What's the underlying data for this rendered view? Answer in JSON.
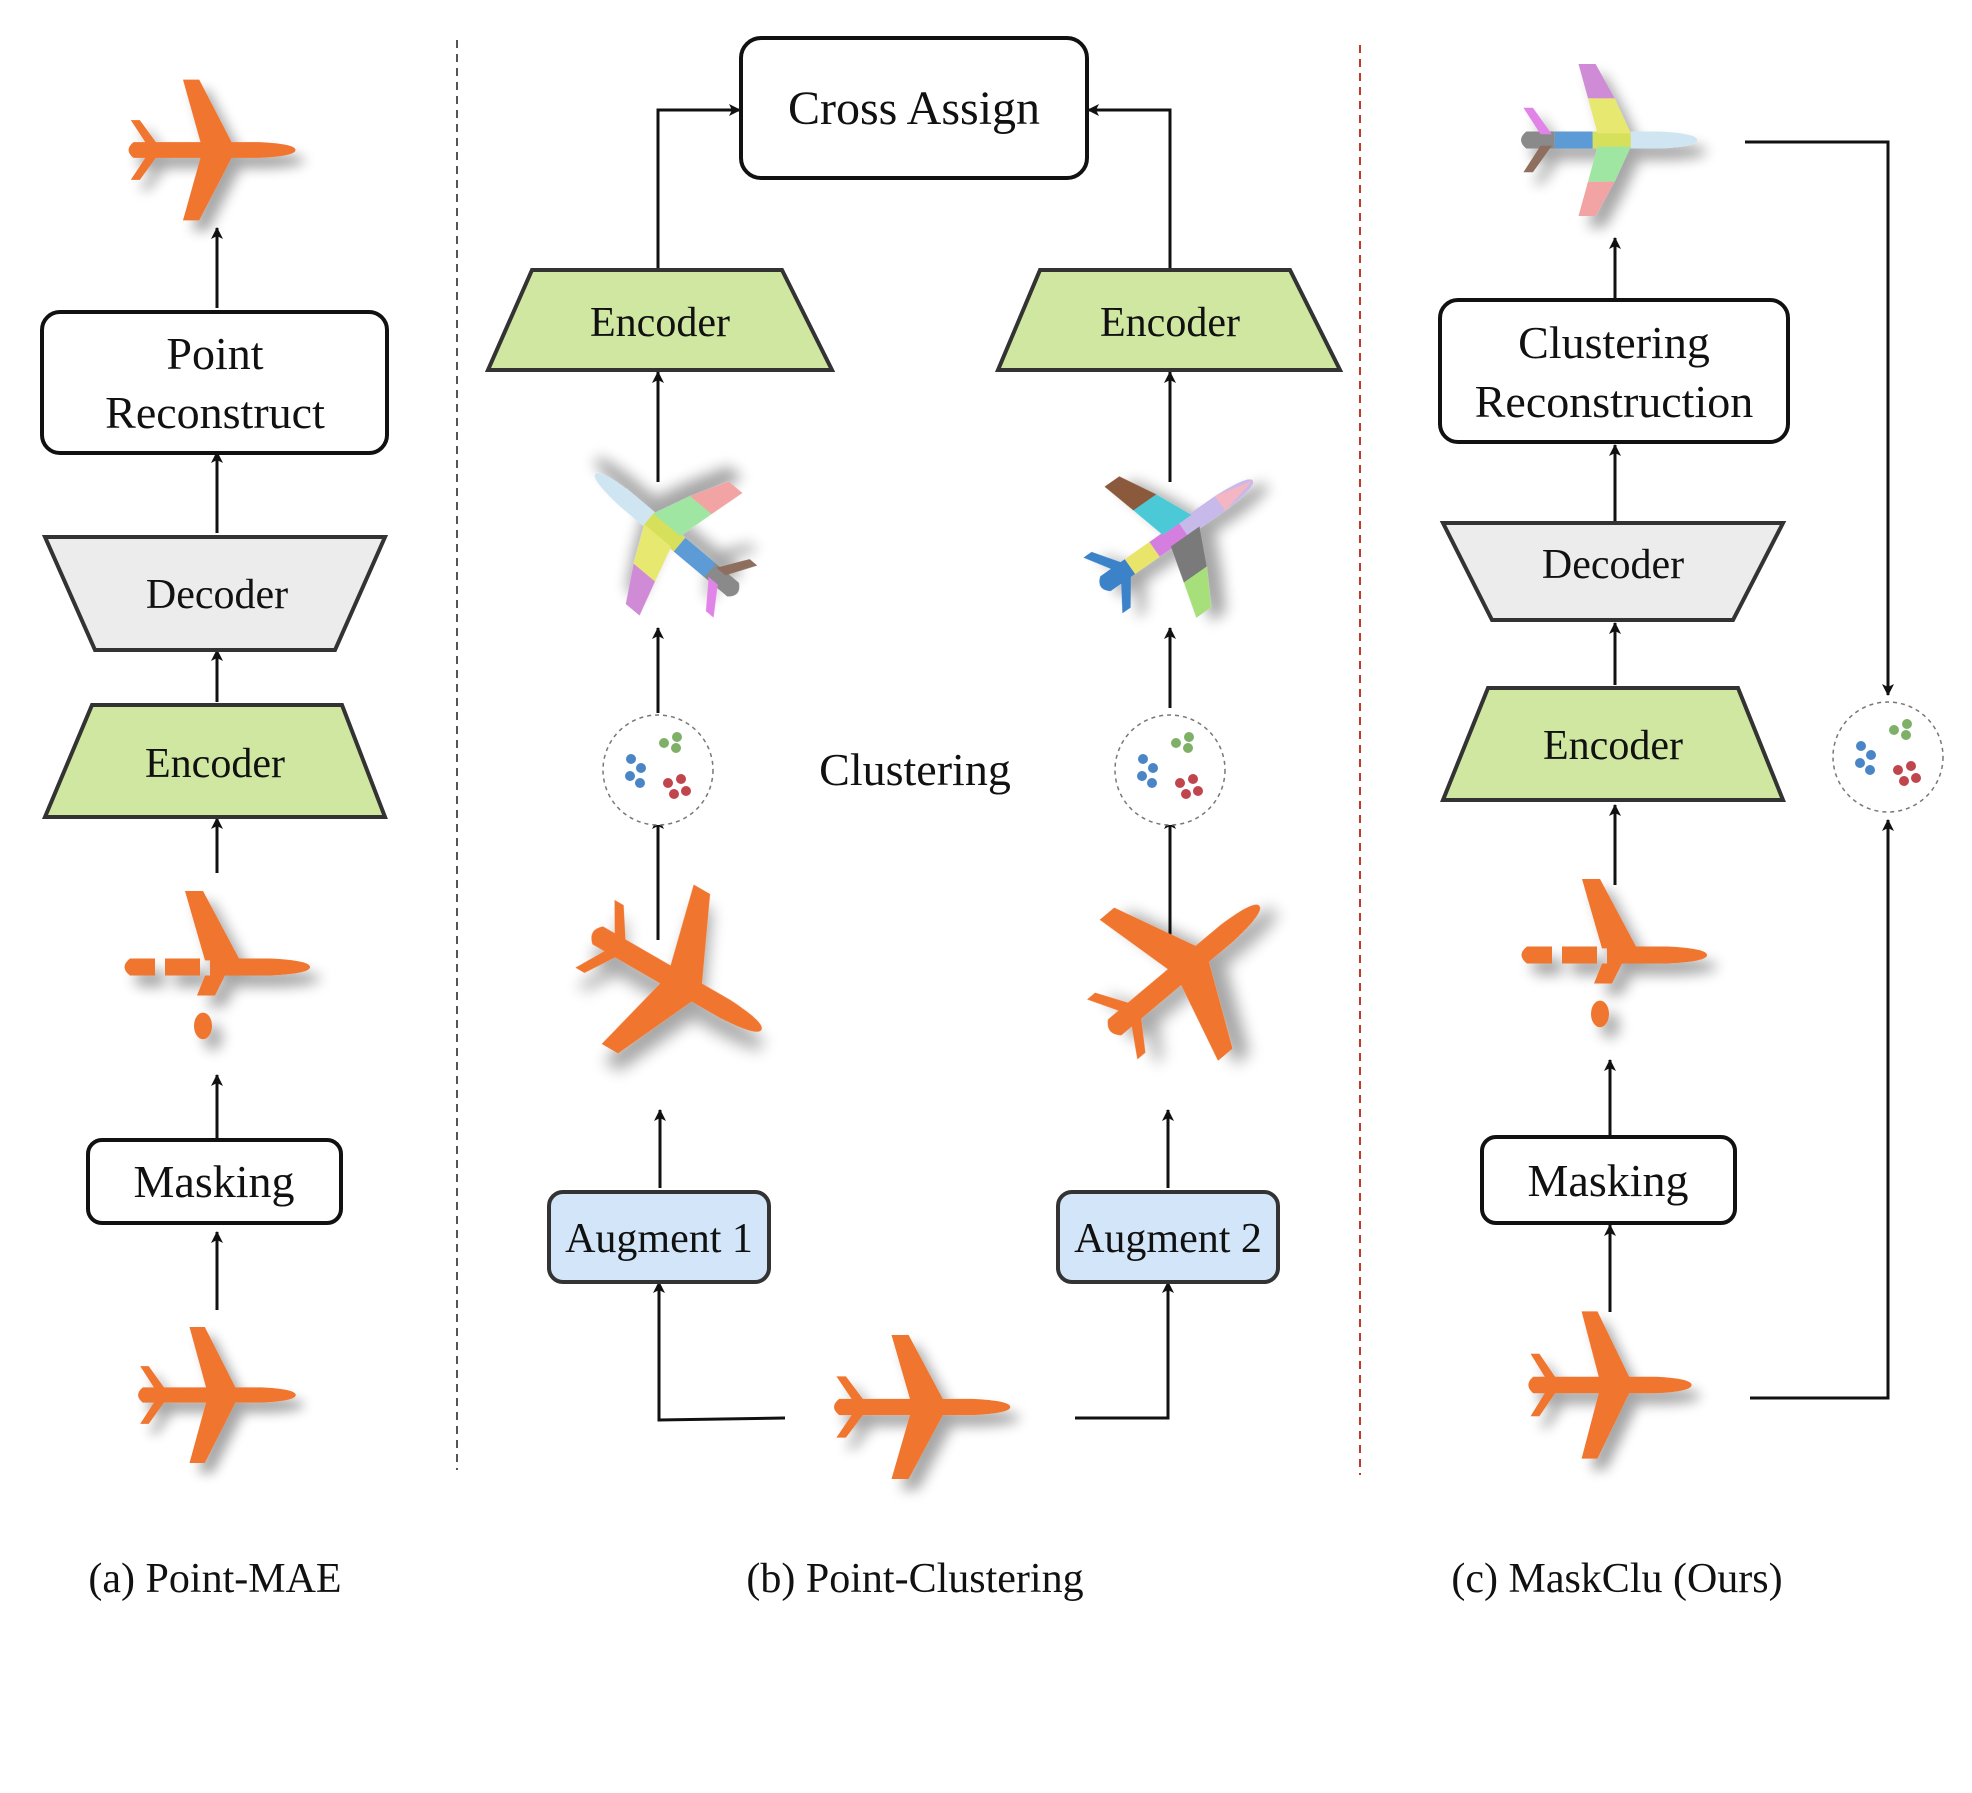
{
  "panels": {
    "a": {
      "caption": "(a) Point-MAE",
      "masking": "Masking",
      "encoder": "Encoder",
      "decoder": "Decoder",
      "reconstruct_line1": "Point",
      "reconstruct_line2": "Reconstruct"
    },
    "b": {
      "caption": "(b) Point-Clustering",
      "augment1": "Augment 1",
      "augment2": "Augment 2",
      "encoder_left": "Encoder",
      "encoder_right": "Encoder",
      "clustering": "Clustering",
      "cross_assign": "Cross Assign"
    },
    "c": {
      "caption": "(c) MaskClu (Ours)",
      "masking": "Masking",
      "encoder": "Encoder",
      "decoder": "Decoder",
      "reconstruction_line1": "Clustering",
      "reconstruction_line2": "Reconstruction"
    }
  },
  "colors": {
    "encoder_fill": "#cfe7a0",
    "decoder_fill": "#ececec",
    "augment_fill": "#d3e6f9",
    "airplane": "#f0742e",
    "divider_left": "#555555",
    "divider_right": "#c0392b"
  }
}
